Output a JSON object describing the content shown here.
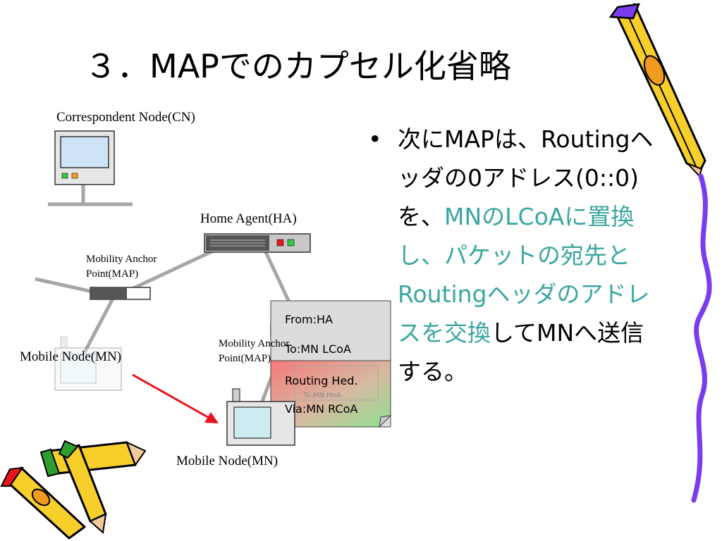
{
  "slide": {
    "title": "３．MAPでのカプセル化省略",
    "labels": {
      "cn": "Correspondent Node(CN)",
      "ha": "Home Agent(HA)",
      "map_left_1": "Mobility Anchor",
      "map_left_2": "Point(MAP)",
      "map_right_1": "Mobility Anchor",
      "map_right_2": "Point(MAP)",
      "mn_left": "Mobile Node(MN)",
      "mn_bottom": "Mobile Node(MN)"
    },
    "packet": {
      "from": "From:HA",
      "to": "To:MN LCoA",
      "routing": "Routing Hed.",
      "via": "Via:MN RCoA",
      "inner_to": "To:MN HoA"
    },
    "bullet": {
      "marker": "•",
      "part1": "次にMAPは、Routingヘッダの0アドレス(0::0)を、",
      "part2_teal": "MNのLCoAに置換し、パケットの宛先とRoutingヘッダのアドレスを交換",
      "part3": "してMNへ送信する。"
    },
    "colors": {
      "teal_text": "#3aa6a0",
      "arrow": "#e8141c",
      "pencil_yellow": "#f7cf2b",
      "pencil_outline": "#000000",
      "squiggle": "#7b3cf0"
    }
  }
}
